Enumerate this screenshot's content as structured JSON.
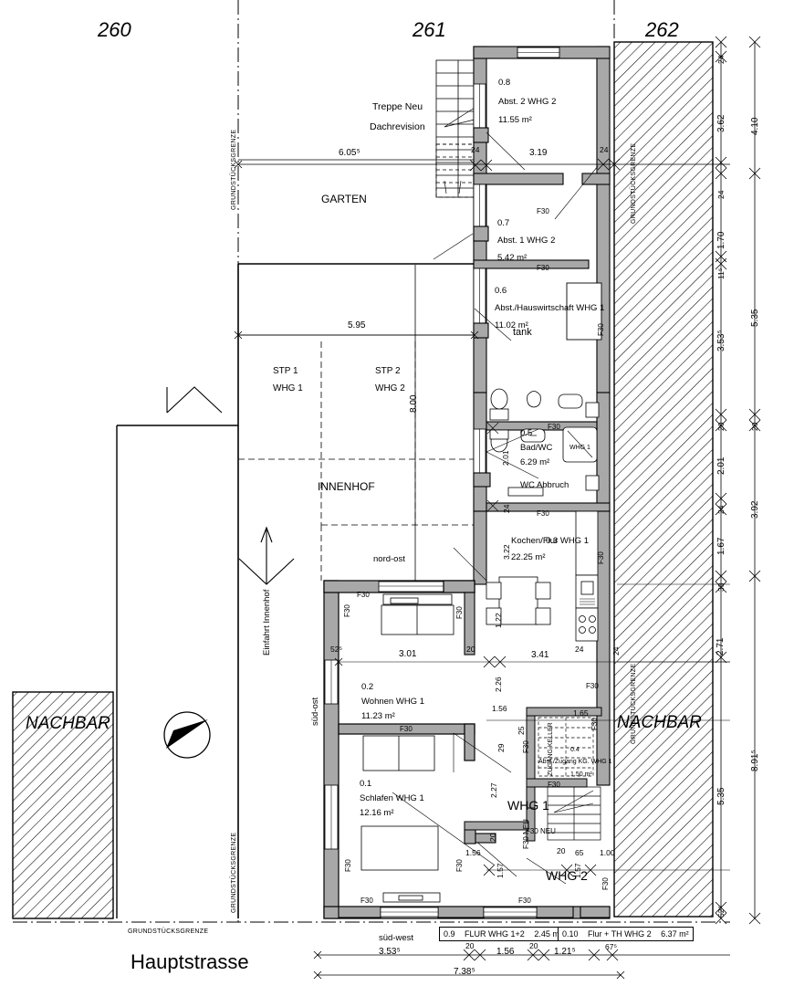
{
  "drawing": {
    "type": "architectural-floor-plan",
    "title": "Hauptstrasse",
    "plot_numbers": [
      "260",
      "261",
      "262"
    ],
    "neighbour_label": "NACHBAR",
    "property_line_label": "GRUNDSTÜCKSGRENZE",
    "street_label": "Hauptstrasse"
  },
  "outdoor_areas": [
    {
      "name": "GARTEN"
    },
    {
      "name": "INNENHOF"
    },
    {
      "name": "STP 1",
      "sub": "WHG 1"
    },
    {
      "name": "STP 2",
      "sub": "WHG 2"
    }
  ],
  "annotations": {
    "stair_note_line1": "Treppe Neu",
    "stair_note_line2": "Dachrevision",
    "courtyard_entry": "Einfahrt Innenhof",
    "orient_nordost": "nord-ost",
    "orient_sudost": "süd-ost",
    "orient_sudwest": "süd-west",
    "tank": "tank",
    "wc_demolition": "WC Abbruch",
    "cellar_access": "ZUGANG KELLER",
    "unit1": "WHG 1",
    "unit2": "WHG 2",
    "fire_rating": "F30",
    "fire_rating_new": "F30 NEU"
  },
  "rooms": [
    {
      "no": "0.8",
      "name": "Abst. 2  WHG 2",
      "area": "11.55 m²"
    },
    {
      "no": "0.7",
      "name": "Abst. 1  WHG 2",
      "area": "5.42 m²"
    },
    {
      "no": "0.6",
      "name": "Abst./Hauswirtschaft  WHG 1",
      "area": "11.02 m²"
    },
    {
      "no": "0.5",
      "name": "Bad/WC",
      "area": "6.29 m²"
    },
    {
      "no": "0.3",
      "name": "Kochen/Flur   WHG 1",
      "area": "22.25 m²"
    },
    {
      "no": "0.2",
      "name": "Wohnen  WHG 1",
      "area": "11.23 m²"
    },
    {
      "no": "0.1",
      "name": "Schlafen  WHG 1",
      "area": "12.16 m²"
    },
    {
      "no": "0.4",
      "name": "Abst./Zugang KG. WHG 1",
      "area": "1.50 m²"
    }
  ],
  "boxed_rooms": [
    {
      "no": "0.9",
      "name": "FLUR  WHG 1+2",
      "area": "2.45 m²"
    },
    {
      "no": "0.10",
      "name": "Flur + TH  WHG 2",
      "area": "6.37 m²"
    }
  ],
  "dimensions": {
    "top_chain": [
      "6.05⁵",
      "24",
      "3.19",
      "24"
    ],
    "garden_width": "5.95",
    "courtyard_depth": "8.00",
    "interior": [
      "2.01",
      "24",
      "3.22",
      "1.22",
      "3.41",
      "2.26",
      "1.56",
      "25",
      "29",
      "2.27",
      "20",
      "1.65",
      "2.71",
      "1.57",
      "65",
      "1.00",
      "52⁵",
      "3.01",
      "20",
      "33",
      "24"
    ],
    "right_chain_1": [
      "24",
      "3.62",
      "24",
      "1.70",
      "11⁵",
      "3.53⁵",
      "20",
      "2.01",
      "24",
      "1.67",
      "33",
      "2.71",
      "5.35",
      "52⁵"
    ],
    "right_chain_2": [
      "4.10",
      "5.35",
      "20",
      "3.92",
      "8.91⁵"
    ],
    "bottom_chain": [
      "3.53⁵",
      "20",
      "1.56",
      "20",
      "1.21⁵",
      "67⁵"
    ],
    "bottom_total": "7.38⁵"
  },
  "colors": {
    "wall_fill": "#a8a8a8",
    "line": "#000000",
    "hatch": "#000000",
    "background": "#ffffff"
  }
}
